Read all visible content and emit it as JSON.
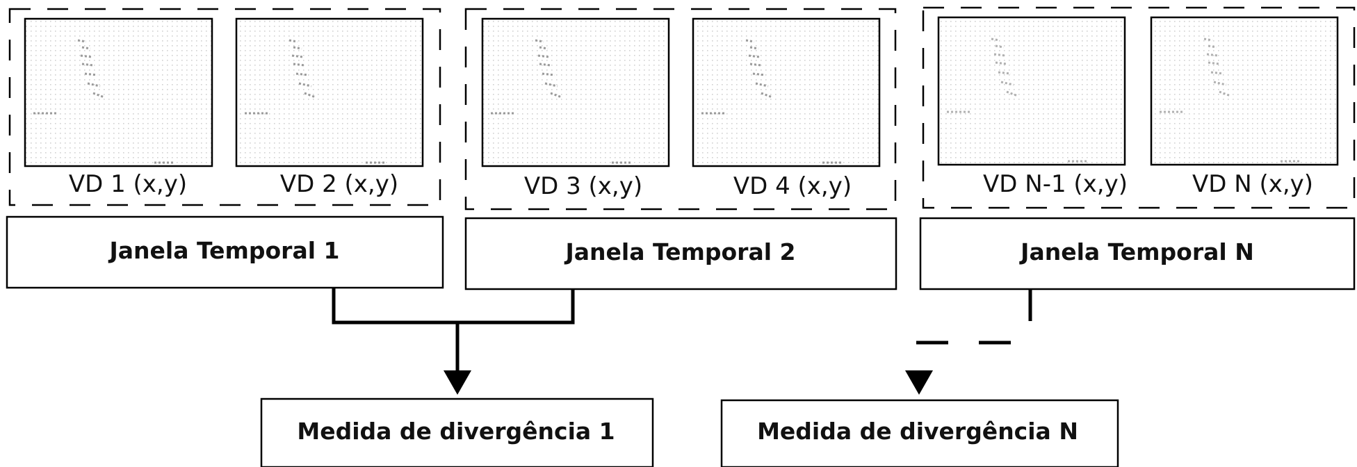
{
  "windows": [
    {
      "label": "Janela Temporal 1",
      "frames": [
        "VD 1 (x,y)",
        "VD 2 (x,y)"
      ]
    },
    {
      "label": "Janela Temporal 2",
      "frames": [
        "VD 3 (x,y)",
        "VD 4 (x,y)"
      ]
    },
    {
      "label": "Janela Temporal N",
      "frames": [
        "VD N-1 (x,y)",
        "VD N (x,y)"
      ]
    }
  ],
  "measures": [
    {
      "label": "Medida de divergência 1"
    },
    {
      "label": "Medida de divergência N"
    }
  ],
  "colors": {
    "stroke": "#000000",
    "dots": "#c8c8c8",
    "figure": "#9a9a9a"
  }
}
